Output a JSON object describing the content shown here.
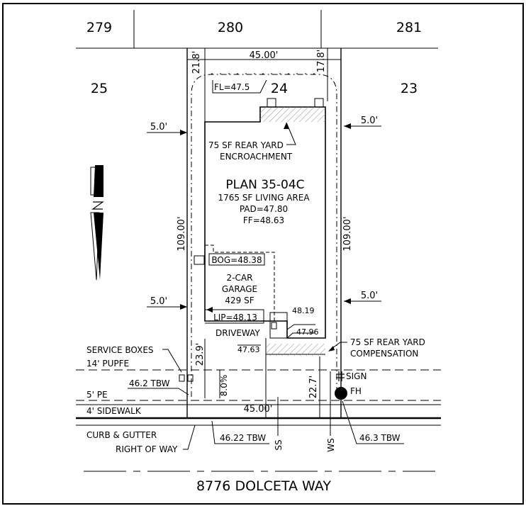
{
  "lots": {
    "top_left": "279",
    "top_center": "280",
    "top_right": "281",
    "left": "25",
    "subject": "24",
    "right": "23"
  },
  "dimensions": {
    "rear_width": "45.00'",
    "front_width": "45.00'",
    "left_depth": "109.00'",
    "right_depth": "109.00'",
    "rear_left_setback": "21.8'",
    "rear_right_setback": "17.8'",
    "side_setback_top_left": "5.0'",
    "side_setback_top_right": "5.0'",
    "side_setback_bottom_left": "5.0'",
    "side_setback_bottom_right": "5.0'",
    "front_setback_left": "23.9'",
    "front_setback_right": "22.7'",
    "driveway_slope": "8.0%"
  },
  "house": {
    "plan": "PLAN 35-04C",
    "living_area": "1765 SF LIVING AREA",
    "pad": "PAD=47.80",
    "ff": "FF=48.63",
    "bog": "BOG=48.38",
    "garage_line1": "2-CAR",
    "garage_line2": "GARAGE",
    "garage_area": "429 SF",
    "lip": "LIP=48.13"
  },
  "elevations": {
    "fl": "FL=47.5",
    "e1": "48.19",
    "e2": "47.96",
    "e3": "47.63"
  },
  "labels": {
    "encroachment_1": "75 SF REAR YARD",
    "encroachment_2": "ENCROACHMENT",
    "compensation_1": "75 SF REAR YARD",
    "compensation_2": "COMPENSATION",
    "driveway": "DRIVEWAY",
    "service_boxes": "SERVICE BOXES",
    "pupfe": "14' PUPFE",
    "pe": "5' PE",
    "sidewalk": "4' SIDEWALK",
    "curb": "CURB & GUTTER",
    "row": "RIGHT OF WAY",
    "tbw_left_top": "46.2 TBW",
    "tbw_left_bottom": "46.22 TBW",
    "tbw_right": "46.3 TBW",
    "sign": "SIGN",
    "fh": "FH",
    "ss": "SS",
    "ws": "WS",
    "street": "8776 DOLCETA WAY"
  },
  "north_arrow": {
    "label": "NORTH"
  }
}
